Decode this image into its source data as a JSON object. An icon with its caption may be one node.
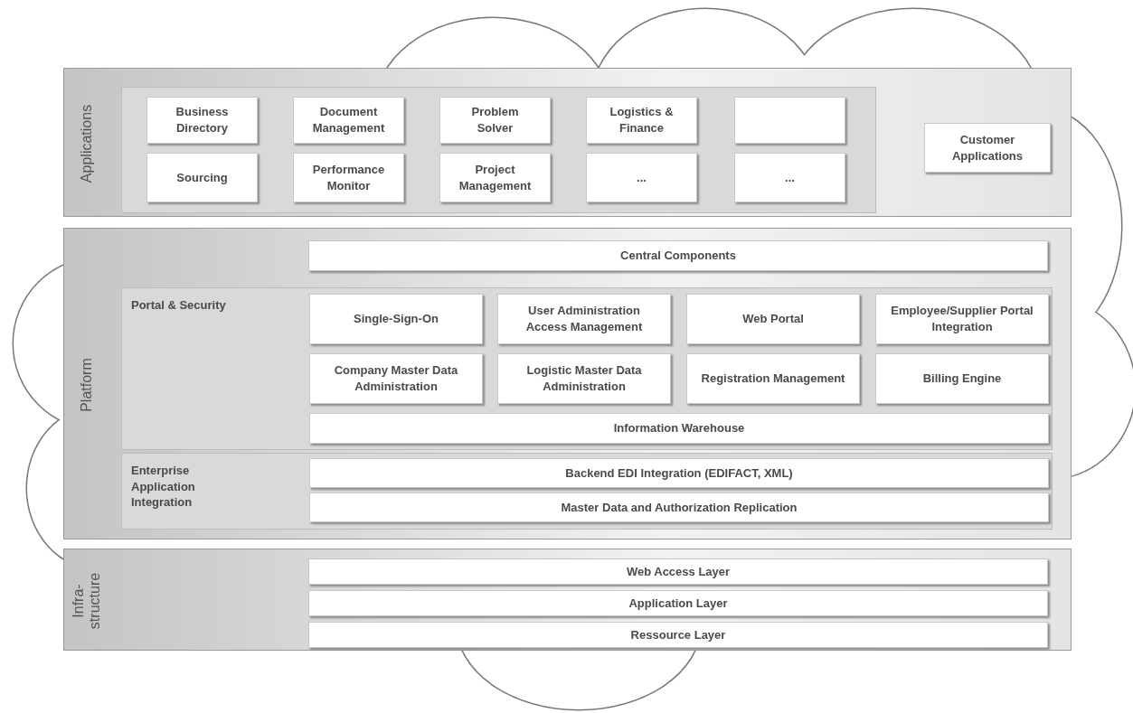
{
  "diagram": {
    "nodes": [
      {
        "text": [
          "Applications"
        ]
      },
      {
        "text": [],
        "shape": "box",
        "in": 0
      },
      {
        "text": [
          "Business Directory"
        ],
        "in": 1
      },
      {
        "text": [
          "Document Management"
        ],
        "in": 1
      },
      {
        "text": [
          "Problem Solver"
        ],
        "in": 1
      },
      {
        "text": [
          "Logistics & Finance"
        ],
        "in": 1
      },
      {
        "text": [],
        "shape": "box",
        "in": 1
      },
      {
        "text": [
          "Sourcing"
        ],
        "in": 1
      },
      {
        "text": [
          "Performance Monitor"
        ],
        "in": 1
      },
      {
        "text": [
          "Project Management"
        ],
        "in": 1
      },
      {
        "text": [
          "..."
        ],
        "in": 1
      },
      {
        "text": [
          "..."
        ],
        "in": 1
      },
      {
        "text": [
          "Customer Applications"
        ],
        "in": 0
      },
      {
        "text": [
          "Platform"
        ]
      },
      {
        "text": [
          "Central Components"
        ],
        "in": 13
      },
      {
        "text": [
          "Portal & Security"
        ],
        "in": 13
      },
      {
        "text": [
          "Single-Sign-On"
        ],
        "in": 15
      },
      {
        "text": [
          "User Administration Access Management"
        ],
        "in": 15
      },
      {
        "text": [
          "Web Portal"
        ],
        "in": 15
      },
      {
        "text": [
          "Employee/Supplier Portal Integration"
        ],
        "in": 15
      },
      {
        "text": [
          "Company Master Data Administration"
        ],
        "in": 15
      },
      {
        "text": [
          "Logistic Master Data Administration"
        ],
        "in": 15
      },
      {
        "text": [
          "Registration Management"
        ],
        "in": 15
      },
      {
        "text": [
          "Billing Engine"
        ],
        "in": 15
      },
      {
        "text": [
          "Information Warehouse"
        ],
        "in": 15
      },
      {
        "text": [
          "Enterprise Application Integration"
        ],
        "in": 13
      },
      {
        "text": [
          "Backend EDI Integration (EDIFACT, XML)"
        ],
        "in": 25
      },
      {
        "text": [
          "Master Data and Authorization Replication"
        ],
        "in": 25
      },
      {
        "text": [
          "Infra- structure"
        ]
      },
      {
        "text": [
          "Web Access Layer"
        ],
        "in": 28
      },
      {
        "text": [
          "Application Layer"
        ],
        "in": 28
      },
      {
        "text": [
          "Ressource Layer"
        ],
        "in": 28
      }
    ],
    "edges": []
  }
}
